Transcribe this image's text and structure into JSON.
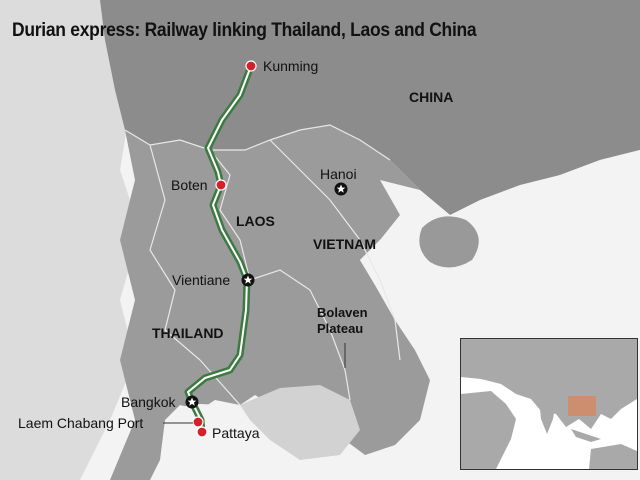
{
  "title": "Durian express: Railway linking Thailand, Laos and China",
  "countries": [
    "CHINA",
    "LAOS",
    "VIETNAM",
    "THAILAND"
  ],
  "region": {
    "line1": "Bolaven",
    "line2": "Plateau"
  },
  "cities": {
    "kunming": "Kunming",
    "boten": "Boten",
    "hanoi": "Hanoi",
    "vientiane": "Vientiane",
    "bangkok": "Bangkok",
    "laem_chabang": "Laem Chabang Port",
    "pattaya": "Pattaya"
  },
  "legend_markers": {
    "railway_stop": "red-dot",
    "capital": "star"
  },
  "colors": {
    "land_china": "#8f8f8f",
    "land_se_asia": "#9a9a9a",
    "land_light": "#d8d8d8",
    "sea": "#f4f4f4",
    "railway": "#3d7a42",
    "stop": "#d4202a",
    "inset_highlight": "#d9865c"
  }
}
